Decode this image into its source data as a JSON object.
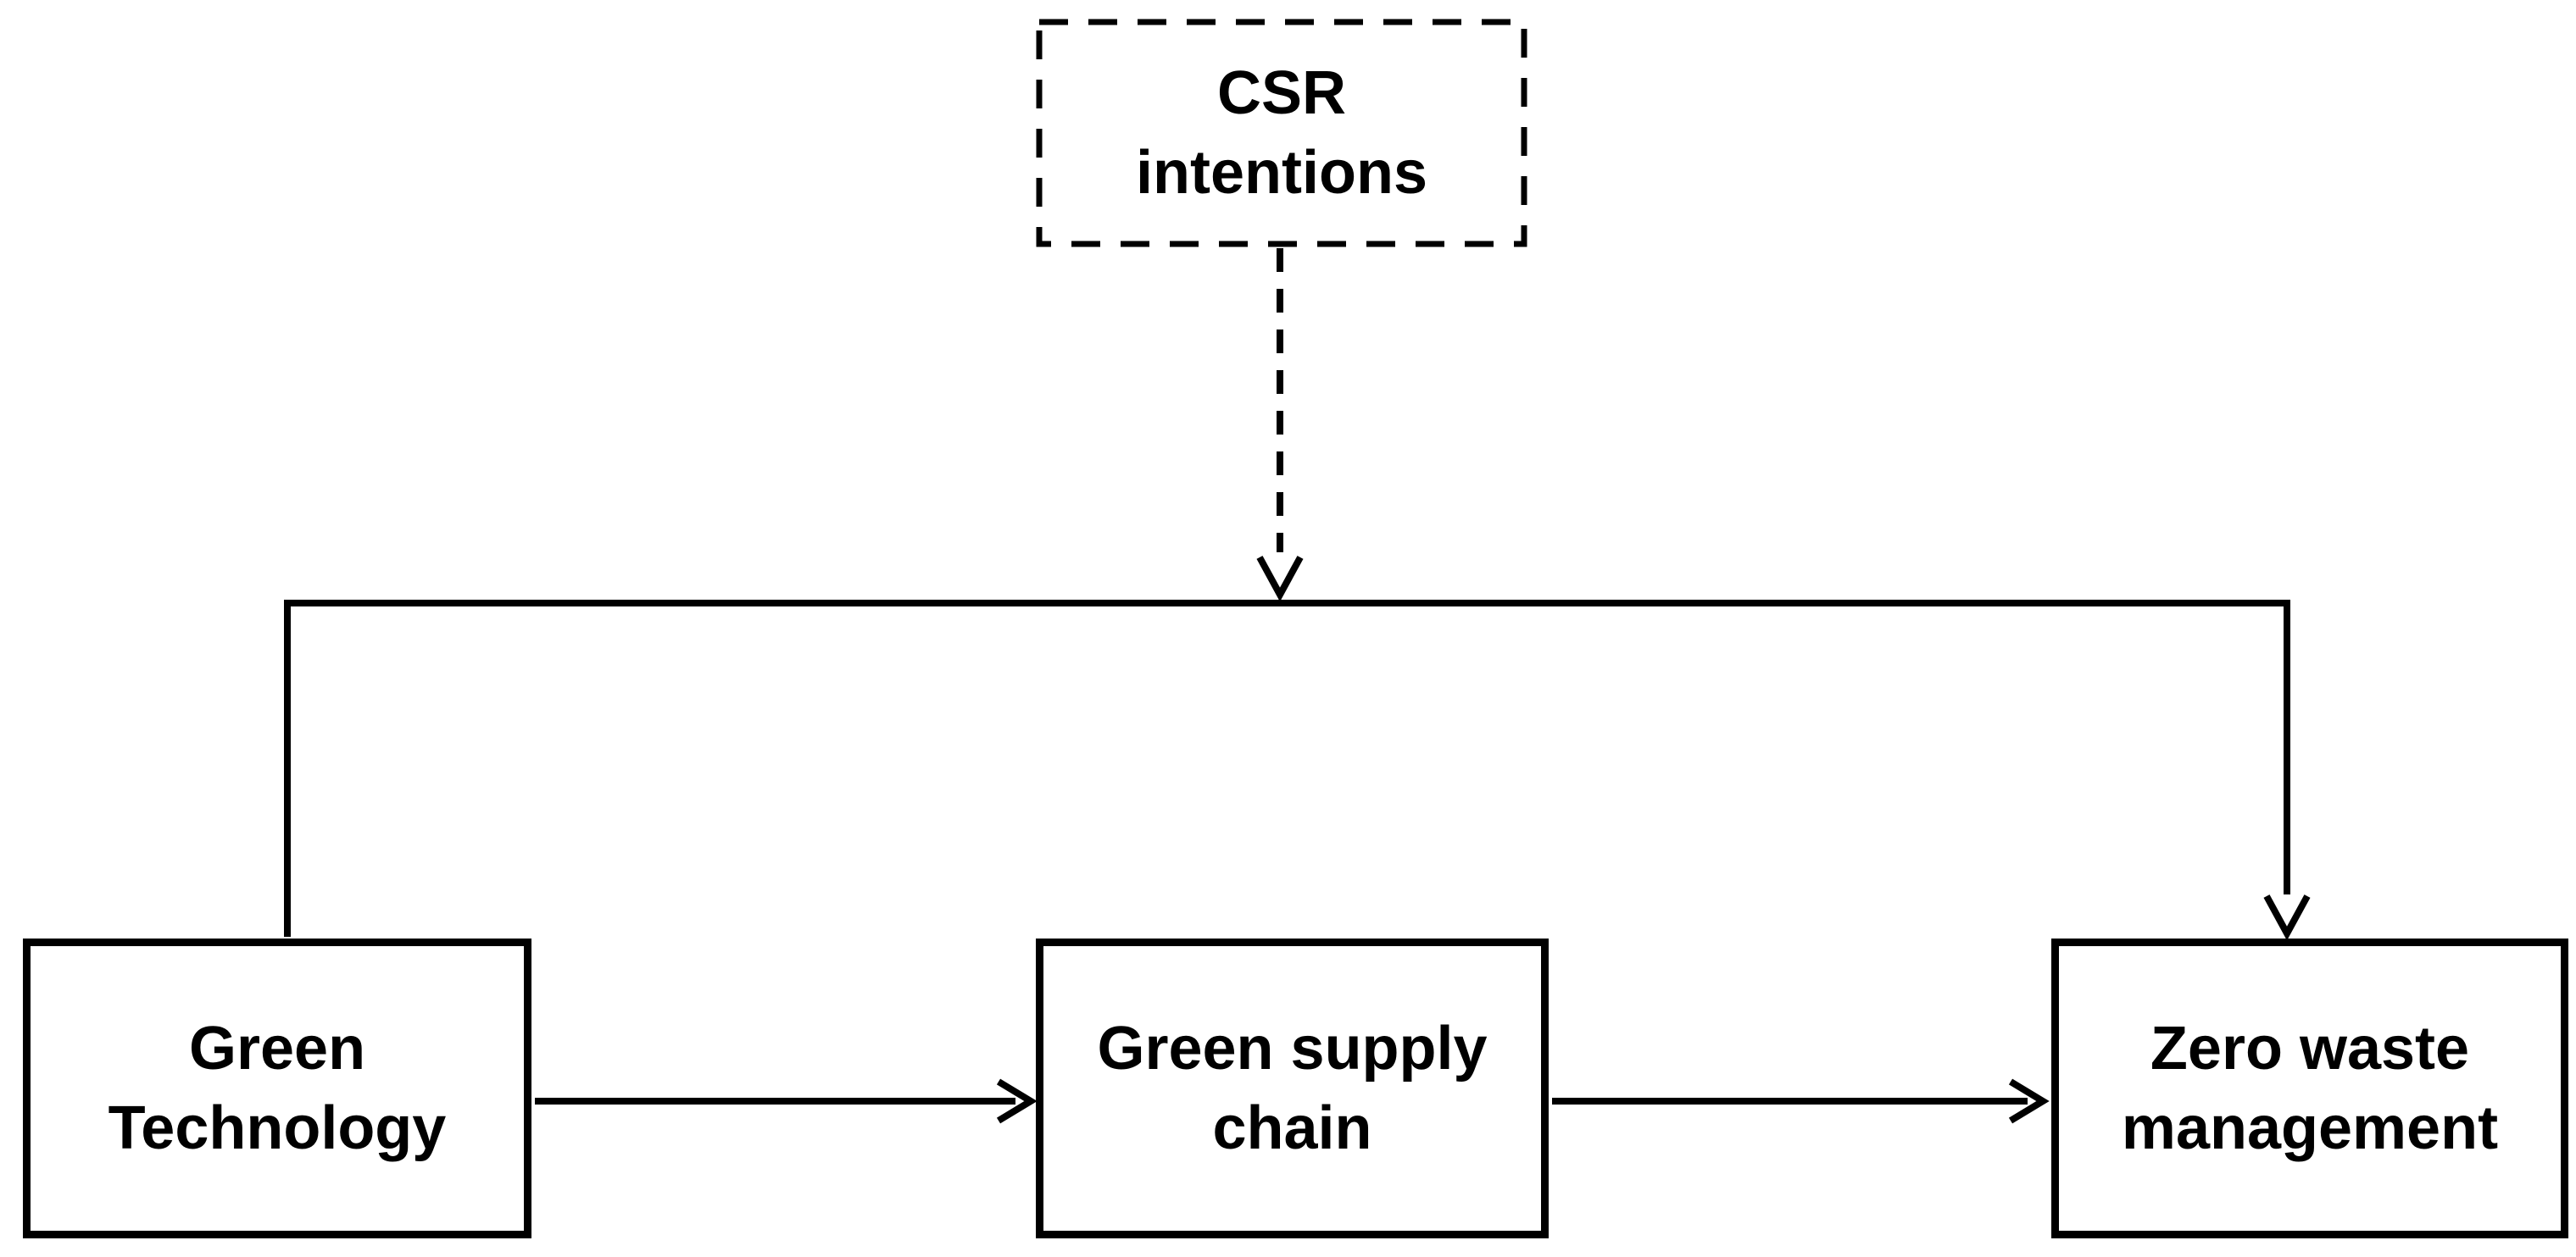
{
  "diagram": {
    "type": "conceptual-model",
    "colors": {
      "background": "#ffffff",
      "stroke": "#000000",
      "text": "#000000"
    },
    "nodes": {
      "csr": {
        "label": "CSR intentions",
        "lines": [
          "CSR",
          "intentions"
        ],
        "border": "dashed",
        "role": "moderator"
      },
      "green_technology": {
        "label": "Green Technology",
        "lines": [
          "Green",
          "Technology"
        ],
        "border": "solid"
      },
      "green_supply_chain": {
        "label": "Green supply chain",
        "lines": [
          "Green supply",
          "chain"
        ],
        "border": "solid"
      },
      "zero_waste_management": {
        "label": "Zero waste management",
        "lines": [
          "Zero waste",
          "management"
        ],
        "border": "solid"
      }
    },
    "edges": [
      {
        "from": "CSR intentions",
        "to": "Green Technology → Zero waste management path",
        "style": "dashed",
        "arrowhead": "open-v",
        "direction": "down"
      },
      {
        "from": "Green Technology",
        "to": "Zero waste management",
        "style": "solid",
        "arrowhead": "open-v",
        "route": "up-over-down bracket"
      },
      {
        "from": "Green Technology",
        "to": "Green supply chain",
        "style": "solid",
        "arrowhead": "open-v",
        "direction": "right"
      },
      {
        "from": "Green supply chain",
        "to": "Zero waste management",
        "style": "solid",
        "arrowhead": "open-v",
        "direction": "right"
      }
    ]
  }
}
